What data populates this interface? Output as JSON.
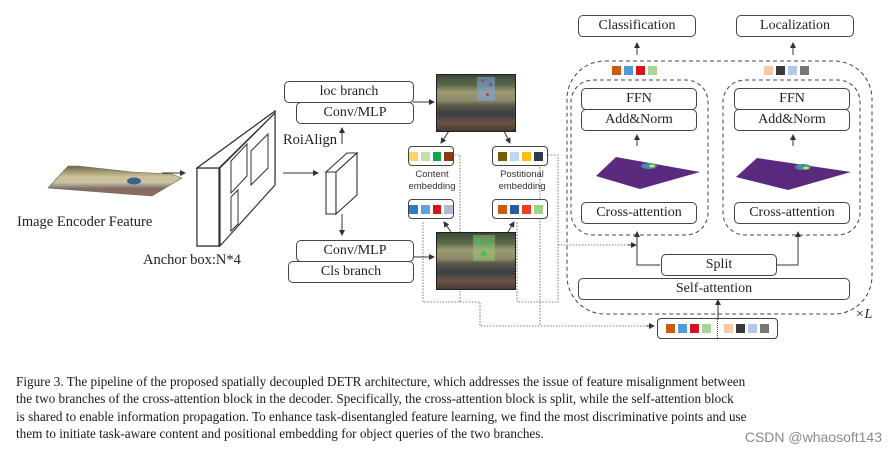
{
  "figure": {
    "input_label": "Image Encoder Feature",
    "anchor_label": "Anchor box:N*4",
    "roialign_label": "RoiAlign",
    "loc_branch": {
      "branch_label": "loc branch",
      "head_label": "Conv/MLP"
    },
    "cls_branch": {
      "head_label": "Conv/MLP",
      "branch_label": "Cls branch"
    },
    "content_embedding": {
      "label_line1": "Content",
      "label_line2": "embedding",
      "top_colors": [
        "#fdd36b",
        "#c3dfae",
        "#13a54a",
        "#8b3a0e"
      ],
      "bottom_colors": [
        "#2f7cc4",
        "#5fa2dd",
        "#d7131d",
        "#b0bccb"
      ]
    },
    "positional_embedding": {
      "label_line1": "Postitional",
      "label_line2": "embedding",
      "top_colors": [
        "#7a5c07",
        "#bcd7ef",
        "#fcbf0d",
        "#2c3a4c"
      ],
      "bottom_colors": [
        "#c85c11",
        "#2c58a0",
        "#f23b1f",
        "#9fd18a"
      ]
    },
    "decoder": {
      "classification_label": "Classification",
      "localization_label": "Localization",
      "cls_query_colors": [
        "#c85c11",
        "#4f9bd9",
        "#d7131d",
        "#a8d497"
      ],
      "loc_query_colors": [
        "#f6c9a8",
        "#3a3a3a",
        "#b2c9ec",
        "#777777"
      ],
      "left_branch": {
        "ffn_label": "FFN",
        "addnorm_label": "Add&Norm",
        "cross_attention_label": "Cross-attention"
      },
      "right_branch": {
        "ffn_label": "FFN",
        "addnorm_label": "Add&Norm",
        "cross_attention_label": "Cross-attention"
      },
      "split_label": "Split",
      "self_attention_label": "Self-attention",
      "repeat_label": "×L",
      "query_colors_left": [
        "#c85c11",
        "#4f9bd9",
        "#d7131d",
        "#a8d497"
      ],
      "query_colors_right": [
        "#f6c9a8",
        "#3a3a3a",
        "#b2c9ec",
        "#777777"
      ]
    },
    "caption": [
      "Figure 3.  The pipeline of the proposed spatially decoupled DETR architecture, which addresses the issue of feature misalignment between",
      "the two branches of the cross-attention block in the decoder.  Specifically, the cross-attention block is split, while the self-attention block",
      "is shared to enable information propagation. To enhance task-disentangled feature learning, we find the most discriminative points and use",
      "them to initiate task-aware content and positional embedding for object queries of the two branches."
    ],
    "watermark": "CSDN @whaosoft143"
  }
}
